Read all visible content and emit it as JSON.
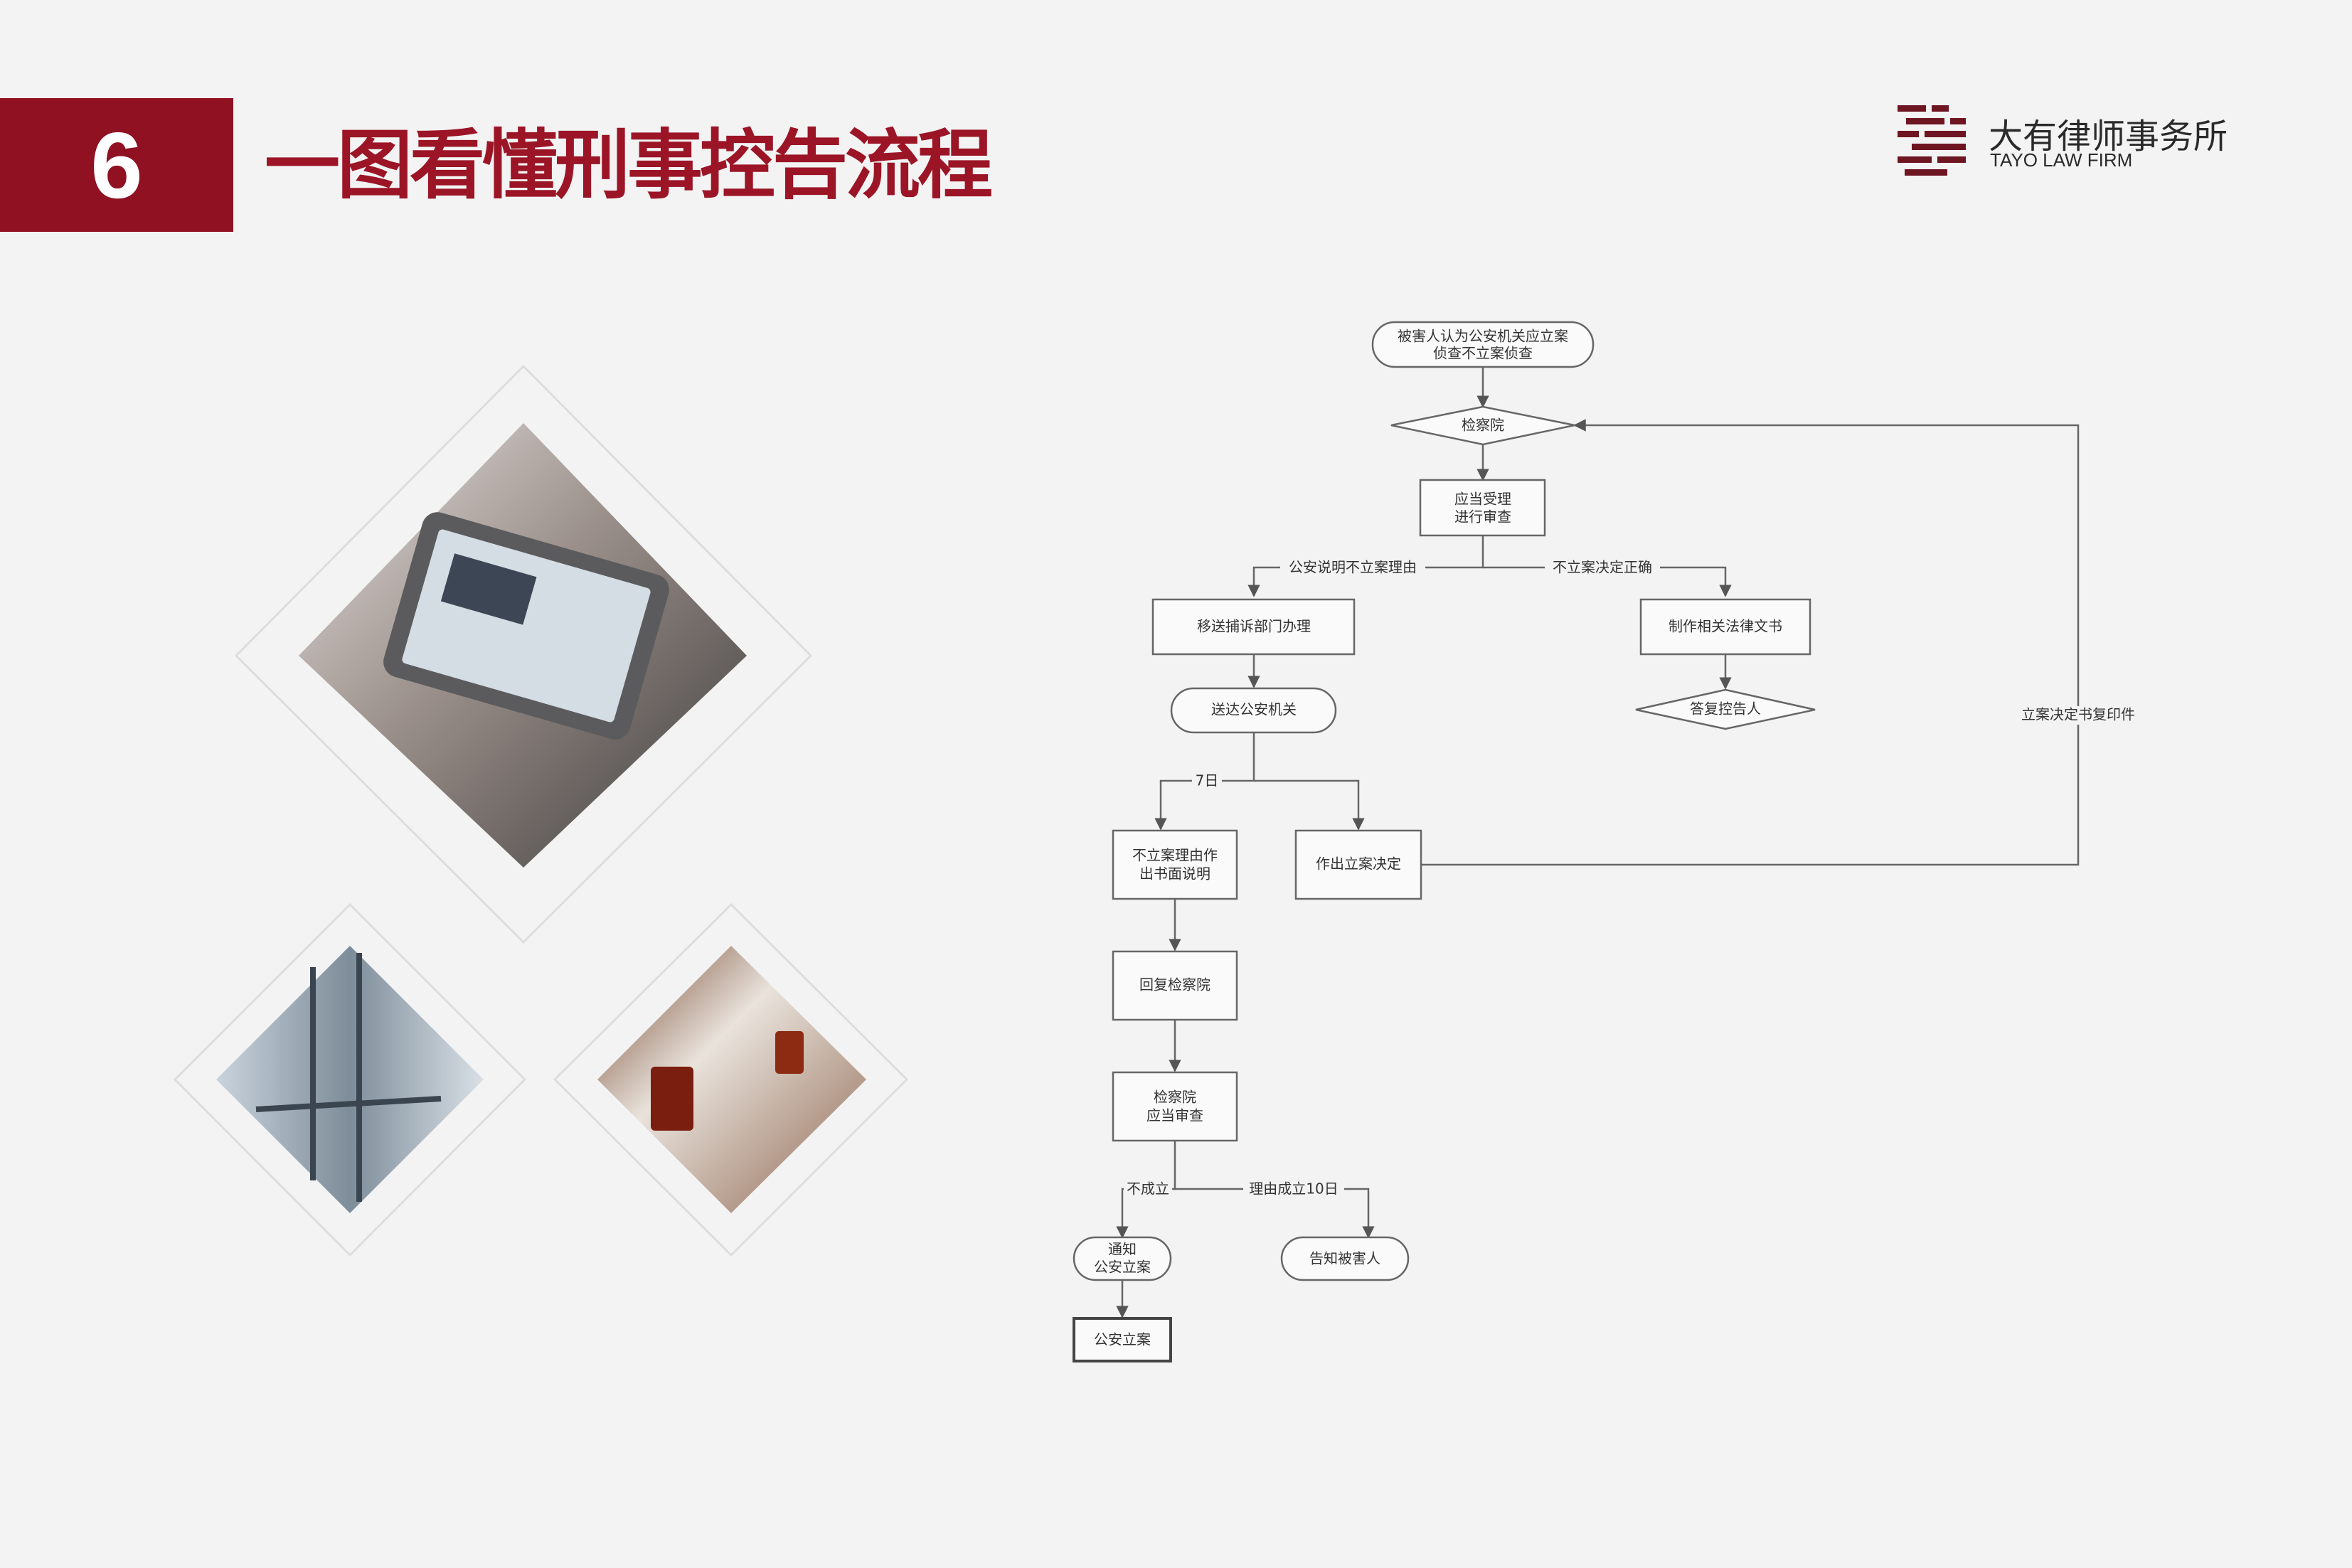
{
  "header": {
    "section_number": "6",
    "title": "一图看懂刑事控告流程"
  },
  "logo": {
    "name": "大有律师事务所",
    "subtitle": "TAYO LAW FIRM"
  },
  "flowchart": {
    "nodes": {
      "victim": [
        "被害人认为公安机关应立案",
        "侦查不立案侦查"
      ],
      "procuratorate": "检察院",
      "accept": [
        "应当受理",
        "进行审查"
      ],
      "transfer": "移送捕诉部门办理",
      "legal_doc": "制作相关法律文书",
      "send_police": "送达公安机关",
      "reply_complainant": "答复控告人",
      "explain": [
        "不立案理由作",
        "出书面说明"
      ],
      "decide_file": "作出立案决定",
      "reply_proc": "回复检察院",
      "review": [
        "检察院",
        "应当审查"
      ],
      "notify": [
        "通知",
        "公安立案"
      ],
      "inform_victim": "告知被害人",
      "police_file": "公安立案"
    },
    "edge_labels": {
      "police_reason": "公安说明不立案理由",
      "decision_correct": "不立案决定正确",
      "seven_days": "7日",
      "copy_of_decision": "立案决定书复印件",
      "not_valid": "不成立",
      "valid_10": "理由成立10日"
    }
  }
}
